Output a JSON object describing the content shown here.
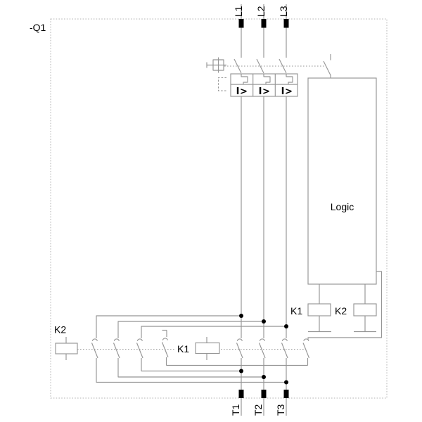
{
  "diagram": {
    "device_label": "-Q1",
    "logic_block": {
      "label": "Logic"
    },
    "top_terminals": [
      {
        "label": "L1"
      },
      {
        "label": "L2"
      },
      {
        "label": "L3"
      }
    ],
    "bottom_terminals": [
      {
        "label": "T1"
      },
      {
        "label": "T2"
      },
      {
        "label": "T3"
      }
    ],
    "overload_cells": [
      {
        "trip_label": "I>"
      },
      {
        "trip_label": "I>"
      },
      {
        "trip_label": "I>"
      }
    ],
    "contactors": {
      "k2_left_coil_label": "K2",
      "k1_mid_coil_label": "K1",
      "k1_relay_label": "K1",
      "k2_relay_label": "K2"
    },
    "colors": {
      "wire": "#959595",
      "border": "#b3b3b3",
      "ink": "#000000",
      "background": "#ffffff"
    }
  }
}
